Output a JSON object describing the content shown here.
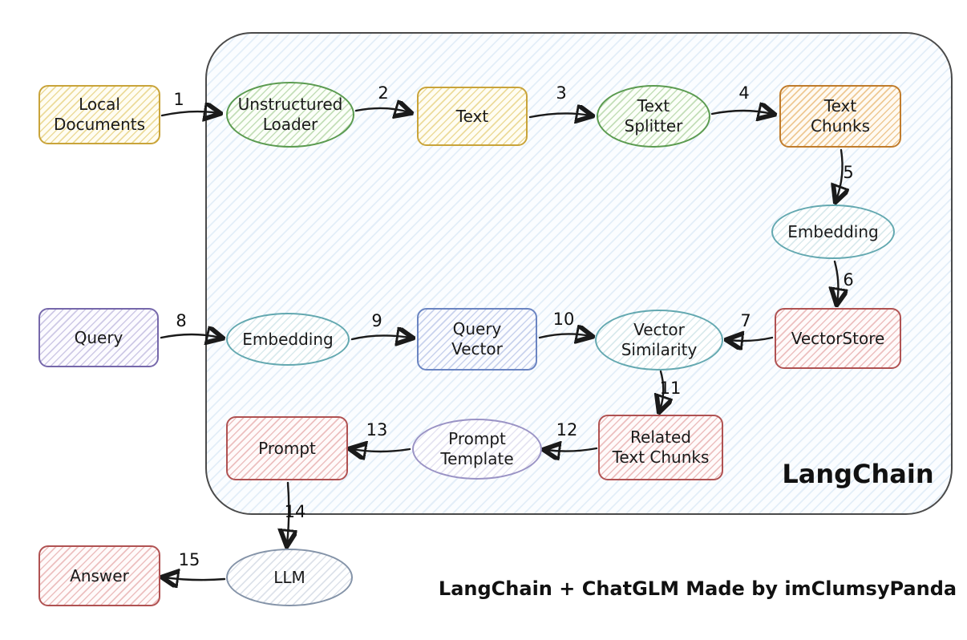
{
  "container": {
    "label": "LangChain"
  },
  "caption": "LangChain + ChatGLM Made by imClumsyPanda",
  "palette": {
    "yellow_stroke": "#c9a43a",
    "green_stroke": "#5b9b50",
    "orange_stroke": "#c07c2c",
    "teal_stroke": "#63a8b0",
    "red_stroke": "#b05252",
    "purple_stroke": "#7668ab",
    "blue_stroke": "#6b85c2",
    "lavender_stroke": "#9a93c5",
    "greyblue_stroke": "#8493a8",
    "container_stroke": "#4a4a4a",
    "container_fill": "#e8f2fa",
    "arrow_color": "#1a1a1a"
  },
  "nodes": [
    {
      "id": "local-documents",
      "label": "Local\nDocuments",
      "shape": "rect",
      "color": "yellow"
    },
    {
      "id": "unstructured-loader",
      "label": "Unstructured\nLoader",
      "shape": "ellipse",
      "color": "green"
    },
    {
      "id": "text",
      "label": "Text",
      "shape": "rect",
      "color": "yellow"
    },
    {
      "id": "text-splitter",
      "label": "Text\nSplitter",
      "shape": "ellipse",
      "color": "green"
    },
    {
      "id": "text-chunks",
      "label": "Text\nChunks",
      "shape": "rect",
      "color": "orange"
    },
    {
      "id": "embedding-docs",
      "label": "Embedding",
      "shape": "ellipse",
      "color": "teal"
    },
    {
      "id": "vectorstore",
      "label": "VectorStore",
      "shape": "rect",
      "color": "red"
    },
    {
      "id": "query",
      "label": "Query",
      "shape": "rect",
      "color": "purple"
    },
    {
      "id": "embedding-query",
      "label": "Embedding",
      "shape": "ellipse",
      "color": "teal"
    },
    {
      "id": "query-vector",
      "label": "Query\nVector",
      "shape": "rect",
      "color": "blue"
    },
    {
      "id": "vector-similarity",
      "label": "Vector\nSimilarity",
      "shape": "ellipse",
      "color": "teal"
    },
    {
      "id": "related-text-chunks",
      "label": "Related\nText Chunks",
      "shape": "rect",
      "color": "red"
    },
    {
      "id": "prompt-template",
      "label": "Prompt\nTemplate",
      "shape": "ellipse",
      "color": "lavender"
    },
    {
      "id": "prompt",
      "label": "Prompt",
      "shape": "rect",
      "color": "red"
    },
    {
      "id": "llm",
      "label": "LLM",
      "shape": "ellipse",
      "color": "greyblue"
    },
    {
      "id": "answer",
      "label": "Answer",
      "shape": "rect",
      "color": "red"
    }
  ],
  "edges": [
    {
      "label": "1",
      "from": "local-documents",
      "to": "unstructured-loader"
    },
    {
      "label": "2",
      "from": "unstructured-loader",
      "to": "text"
    },
    {
      "label": "3",
      "from": "text",
      "to": "text-splitter"
    },
    {
      "label": "4",
      "from": "text-splitter",
      "to": "text-chunks"
    },
    {
      "label": "5",
      "from": "text-chunks",
      "to": "embedding-docs"
    },
    {
      "label": "6",
      "from": "embedding-docs",
      "to": "vectorstore"
    },
    {
      "label": "7",
      "from": "vectorstore",
      "to": "vector-similarity"
    },
    {
      "label": "8",
      "from": "query",
      "to": "embedding-query"
    },
    {
      "label": "9",
      "from": "embedding-query",
      "to": "query-vector"
    },
    {
      "label": "10",
      "from": "query-vector",
      "to": "vector-similarity"
    },
    {
      "label": "11",
      "from": "vector-similarity",
      "to": "related-text-chunks"
    },
    {
      "label": "12",
      "from": "related-text-chunks",
      "to": "prompt-template"
    },
    {
      "label": "13",
      "from": "prompt-template",
      "to": "prompt"
    },
    {
      "label": "14",
      "from": "prompt",
      "to": "llm"
    },
    {
      "label": "15",
      "from": "llm",
      "to": "answer"
    }
  ]
}
